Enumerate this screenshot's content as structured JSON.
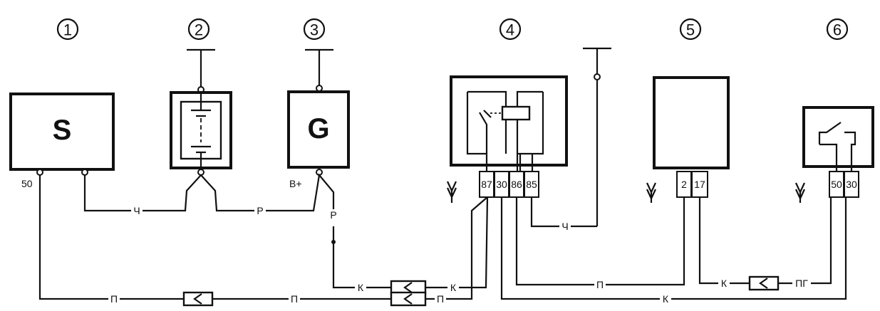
{
  "components": [
    {
      "number": "1",
      "letter": "S",
      "pin": "50"
    },
    {
      "number": "2"
    },
    {
      "number": "3",
      "letter": "G",
      "pin": "B+"
    },
    {
      "number": "4",
      "pins": [
        "87",
        "30",
        "86",
        "85"
      ]
    },
    {
      "number": "5",
      "pins": [
        "2",
        "17"
      ]
    },
    {
      "number": "6",
      "pins": [
        "50",
        "30"
      ]
    }
  ],
  "wire_labels": {
    "ch_1": "Ч",
    "r_1": "Р",
    "r_2": "Р",
    "k_1": "К",
    "k_2": "К",
    "p_1": "П",
    "p_2": "П",
    "p_3": "П",
    "ch_2": "Ч",
    "p_4": "П",
    "k_3": "К",
    "k_4": "К",
    "pg": "ПГ"
  },
  "icons": [
    "ground-connector-icon",
    "plug-connector-icon",
    "relay-coil-icon",
    "switch-contact-icon",
    "battery-icon"
  ]
}
